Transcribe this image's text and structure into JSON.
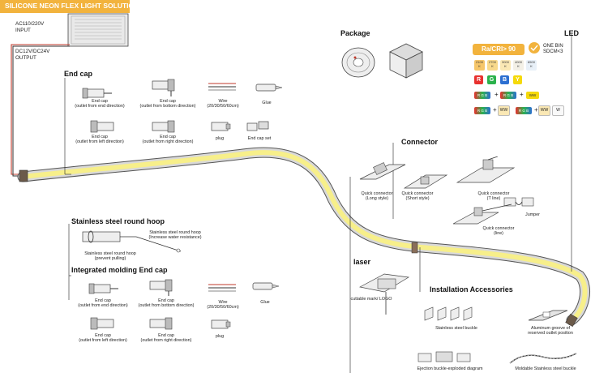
{
  "banner": {
    "title": "SILICONE NEON FLEX LIGHT SOLUTION"
  },
  "power": {
    "input_line1": "AC110/220V",
    "input_line2": "INPUT",
    "output_line1": "DC12V/DC24V",
    "output_line2": "OUTPUT"
  },
  "sections": {
    "end_cap": "End cap",
    "package": "Package",
    "led": "LED",
    "connector": "Connector",
    "hoop": "Stainless steel round hoop",
    "integrated": "Integrated molding End cap",
    "laser": "laser",
    "install": "Installation Accessories"
  },
  "end_cap_items": {
    "end_dir_1": "End cap",
    "end_dir_2": "(outlet from end direction)",
    "bottom_dir_1": "End cap",
    "bottom_dir_2": "(outlet from bottom direction)",
    "wire_1": "Wire",
    "wire_2": "(20/30/50/60cm)",
    "glue": "Glue",
    "left_dir_1": "End cap",
    "left_dir_2": "(outlet from left direction)",
    "right_dir_1": "End cap",
    "right_dir_2": "(outlet from right direction)",
    "plug": "plug",
    "end_cap_set": "End cap set"
  },
  "led_spec": {
    "cri": "Ra/CRI> 90",
    "bin_1": "ONE BIN",
    "bin_2": "SDCM<3",
    "cct": [
      "2100",
      "2700",
      "3000",
      "4000",
      "6500"
    ],
    "cct_unit": "K",
    "rgb": [
      "R",
      "G",
      "B",
      "Y"
    ],
    "combo_label": "R G B",
    "plus": "+",
    "ww": "WW",
    "w": "W",
    "colors": {
      "orange": "#f2b33d",
      "red": "#e8312f",
      "green": "#2bb24c",
      "blue": "#2c6fd1",
      "yellow": "#f5d90a"
    }
  },
  "connector_items": {
    "quick_long_1": "Quick connector",
    "quick_long_2": "(Long style)",
    "quick_short_1": "Quick connector",
    "quick_short_2": "(Short style)",
    "quick_t_1": "Quick connector",
    "quick_t_2": "(T line)",
    "jumper": "Jumper",
    "quick_line_1": "Quick connector",
    "quick_line_2": "(line)"
  },
  "hoop_items": {
    "hoop_1": "Stainless steel round hoop",
    "hoop_2": "(Increase water resistance)",
    "hoop_pull_1": "Stainless steel round hoop",
    "hoop_pull_2": "(prevent pulling)"
  },
  "integrated_items": {
    "end_dir_1": "End cap",
    "end_dir_2": "(outlet from end direction)",
    "bottom_dir_1": "End cap",
    "bottom_dir_2": "(outlet from bottom direction)",
    "wire_1": "Wire",
    "wire_2": "(20/30/50/60cm)",
    "glue": "Glue",
    "left_dir_1": "End cap",
    "left_dir_2": "(outlet from left direction)",
    "right_dir_1": "End cap",
    "right_dir_2": "(outlet from right direction)",
    "plug": "plug"
  },
  "laser_items": {
    "cuttable": "cuttable mark/ LOGO"
  },
  "install_items": {
    "buckle": "Stainless steel buckle",
    "groove_1": "Aluminum groove of",
    "groove_2": "reserved outlet position",
    "ejection": "Ejection buckle-exploded diagram",
    "moldable": "Moldable Stainless steel buckle"
  }
}
